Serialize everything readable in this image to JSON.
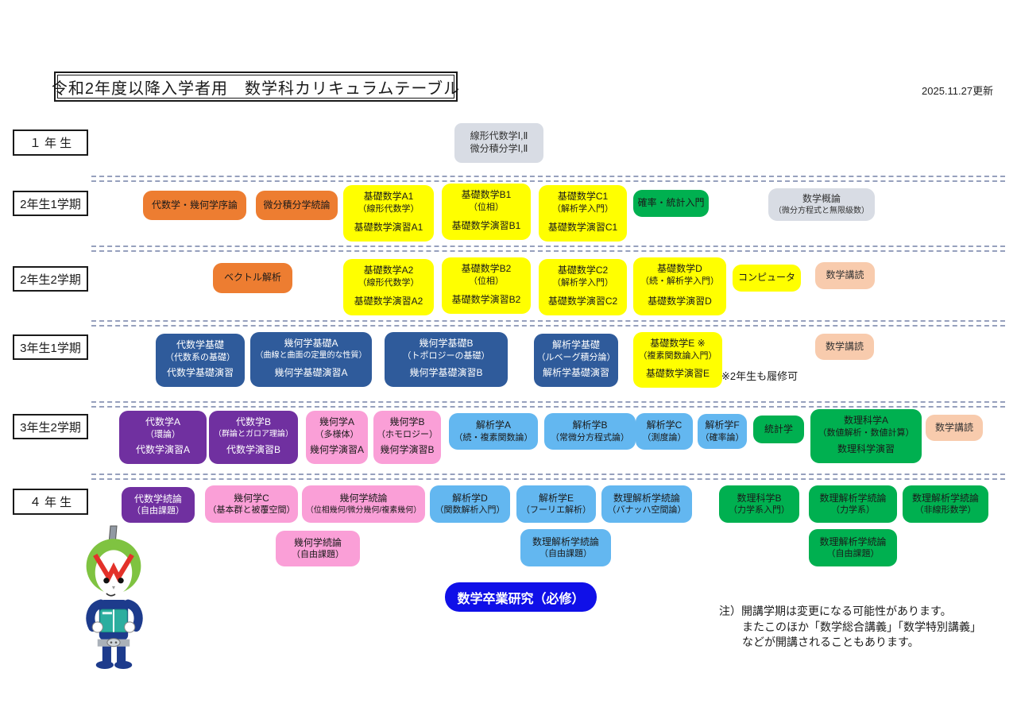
{
  "header": {
    "title": "令和2年度以降入学者用　数学科カリキュラムテーブル",
    "updated": "2025.11.27更新"
  },
  "rows": [
    {
      "label": "１ 年 生",
      "courses": [
        {
          "l1": "線形代数学Ⅰ,Ⅱ",
          "l2": "微分積分学Ⅰ,Ⅱ"
        }
      ]
    },
    {
      "label": "2年生1学期",
      "courses": [
        {
          "l1": "代数学・幾何学序論"
        },
        {
          "l1": "微分積分学続論"
        },
        {
          "l1": "基礎数学A1",
          "l2": "（線形代数学）",
          "l3": "基礎数学演習A1"
        },
        {
          "l1": "基礎数学B1",
          "l2": "（位相）",
          "l3": "基礎数学演習B1"
        },
        {
          "l1": "基礎数学C1",
          "l2": "（解析学入門）",
          "l3": "基礎数学演習C1"
        },
        {
          "l1": "確率・統計入門"
        },
        {
          "l1": "数学概論",
          "l2": "（微分方程式と無限級数）"
        }
      ]
    },
    {
      "label": "2年生2学期",
      "courses": [
        {
          "l1": "ベクトル解析"
        },
        {
          "l1": "基礎数学A2",
          "l2": "（線形代数学）",
          "l3": "基礎数学演習A2"
        },
        {
          "l1": "基礎数学B2",
          "l2": "（位相）",
          "l3": "基礎数学演習B2"
        },
        {
          "l1": "基礎数学C2",
          "l2": "（解析学入門）",
          "l3": "基礎数学演習C2"
        },
        {
          "l1": "基礎数学D",
          "l2": "（続・解析学入門）",
          "l3": "基礎数学演習D"
        },
        {
          "l1": "コンピュータ"
        },
        {
          "l1": "数学講読"
        }
      ]
    },
    {
      "label": "3年生1学期",
      "note": "※2年生も履修可",
      "courses": [
        {
          "l1": "代数学基礎",
          "l2": "（代数系の基礎）",
          "l3": "代数学基礎演習"
        },
        {
          "l1": "幾何学基礎A",
          "l2": "（曲線と曲面の定量的な性質）",
          "l3": "幾何学基礎演習A"
        },
        {
          "l1": "幾何学基礎B",
          "l2": "（トポロジーの基礎）",
          "l3": "幾何学基礎演習B"
        },
        {
          "l1": "解析学基礎",
          "l2": "（ルベーグ積分論）",
          "l3": "解析学基礎演習"
        },
        {
          "l1": "基礎数学E ※",
          "l2": "（複素関数論入門）",
          "l3": "基礎数学演習E"
        },
        {
          "l1": "数学講読"
        }
      ]
    },
    {
      "label": "3年生2学期",
      "courses": [
        {
          "l1": "代数学A",
          "l2": "（環論）",
          "l3": "代数学演習A"
        },
        {
          "l1": "代数学B",
          "l2": "（群論とガロア理論）",
          "l3": "代数学演習B"
        },
        {
          "l1": "幾何学A",
          "l2": "（多様体）",
          "l3": "幾何学演習A"
        },
        {
          "l1": "幾何学B",
          "l2": "（ホモロジー）",
          "l3": "幾何学演習B"
        },
        {
          "l1": "解析学A",
          "l2": "（続・複素関数論）"
        },
        {
          "l1": "解析学B",
          "l2": "（常微分方程式論）"
        },
        {
          "l1": "解析学C",
          "l2": "（測度論）"
        },
        {
          "l1": "解析学F",
          "l2": "（確率論）"
        },
        {
          "l1": "統計学"
        },
        {
          "l1": "数理科学A",
          "l2": "（数値解析・数値計算）",
          "l3": "数理科学演習"
        },
        {
          "l1": "数学講読"
        }
      ]
    },
    {
      "label": "４ 年 生",
      "courses": [
        {
          "l1": "代数学続論",
          "l2": "（自由課題）"
        },
        {
          "l1": "幾何学C",
          "l2": "（基本群と被覆空間）"
        },
        {
          "l1": "幾何学続論",
          "l2": "（位相幾何/微分幾何/複素幾何）"
        },
        {
          "l1": "解析学D",
          "l2": "（関数解析入門）"
        },
        {
          "l1": "解析学E",
          "l2": "（フーリエ解析）"
        },
        {
          "l1": "数理解析学続論",
          "l2": "（バナッハ空間論）"
        },
        {
          "l1": "数理科学B",
          "l2": "（力学系入門）"
        },
        {
          "l1": "数理解析学続論",
          "l2": "（力学系）"
        },
        {
          "l1": "数理解析学続論",
          "l2": "（非線形数学）"
        },
        {
          "l1": "幾何学続論",
          "l2": "（自由課題）"
        },
        {
          "l1": "数理解析学続論",
          "l2": "（自由課題）"
        },
        {
          "l1": "数理解析学続論",
          "l2": "（自由課題）"
        }
      ]
    }
  ],
  "graduation": "数学卒業研究（必修）",
  "notes": {
    "line1": "注）開講学期は変更になる可能性があります。",
    "line2": "またこのほか「数学総合講義」「数学特別講義」",
    "line3": "などが開講されることもあります。"
  },
  "icons": {
    "mascot": "mascot-character-reading-book"
  },
  "colors": {
    "orange": "#ED7D31",
    "yellow": "#FFFF00",
    "green": "#00B050",
    "gray": "#D8DCE4",
    "navy": "#2F5B9B",
    "purple": "#7030A0",
    "pink": "#FA9FD7",
    "light_blue": "#63B7F0",
    "peach": "#F8CBAD",
    "graduation_blue": "#1010E8",
    "separator": "#96A0BD"
  }
}
